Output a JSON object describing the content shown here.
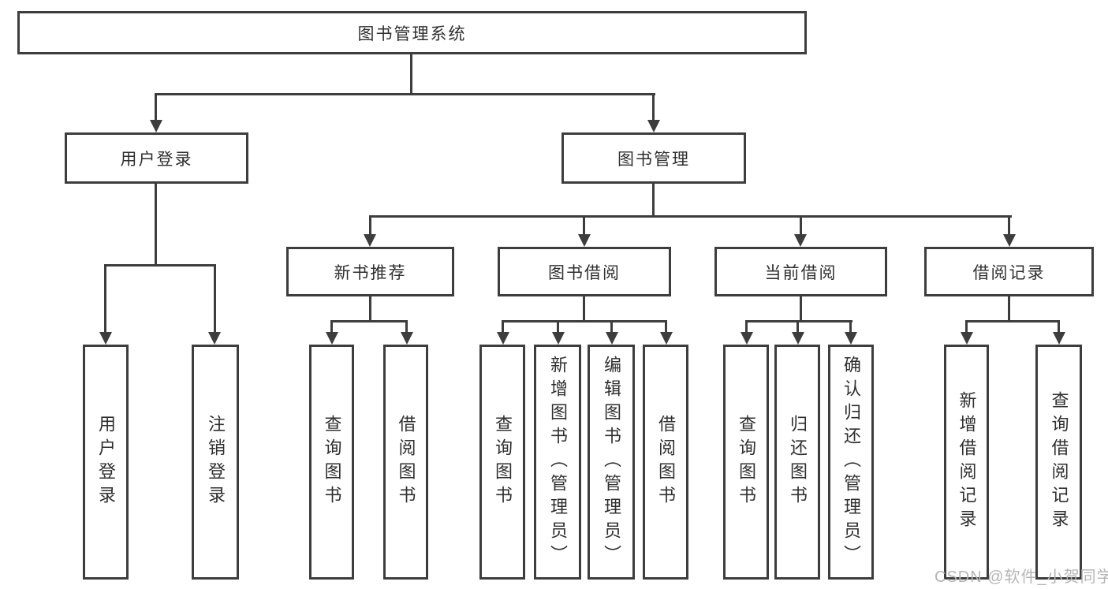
{
  "tree": {
    "root": "图书管理系统",
    "branches": [
      {
        "label": "用户登录",
        "children": [
          "用户登录",
          "注销登录"
        ]
      },
      {
        "label": "图书管理",
        "sections": [
          {
            "label": "新书推荐",
            "children": [
              "查询图书",
              "借阅图书"
            ]
          },
          {
            "label": "图书借阅",
            "children": [
              "查询图书",
              "新增图书（管理员）",
              "编辑图书（管理员）",
              "借阅图书"
            ]
          },
          {
            "label": "当前借阅",
            "children": [
              "查询图书",
              "归还图书",
              "确认归还（管理员）"
            ]
          },
          {
            "label": "借阅记录",
            "children": [
              "新增借阅记录",
              "查询借阅记录"
            ]
          }
        ]
      }
    ]
  },
  "watermark": {
    "text": "CSDN @软件_小贺同学"
  },
  "colors": {
    "line": "#3d3d3d",
    "text": "#2f2f2f",
    "watermark": "#b5b5b5",
    "background": "#ffffff"
  }
}
